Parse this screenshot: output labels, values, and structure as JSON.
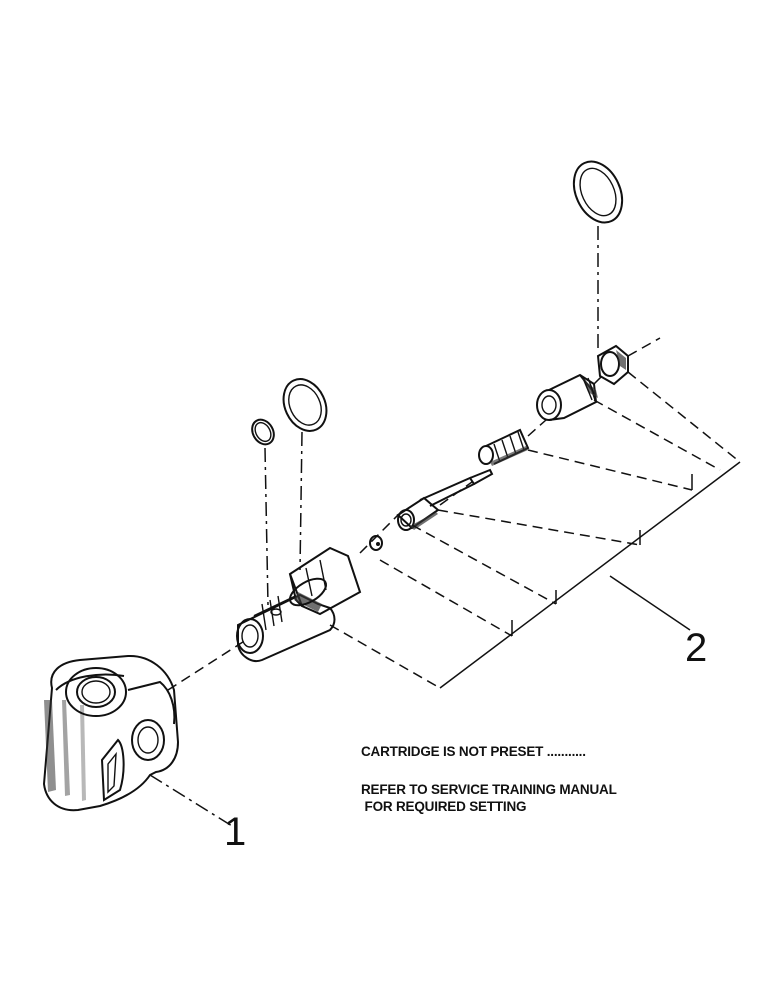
{
  "callouts": {
    "item_1": "1",
    "item_2": "2"
  },
  "note": {
    "line1": "CARTRIDGE IS NOT PRESET ...........",
    "line2": "REFER TO SERVICE TRAINING MANUAL",
    "line3": " FOR REQUIRED SETTING"
  },
  "colors": {
    "ink": "#111111",
    "paper": "#ffffff"
  }
}
